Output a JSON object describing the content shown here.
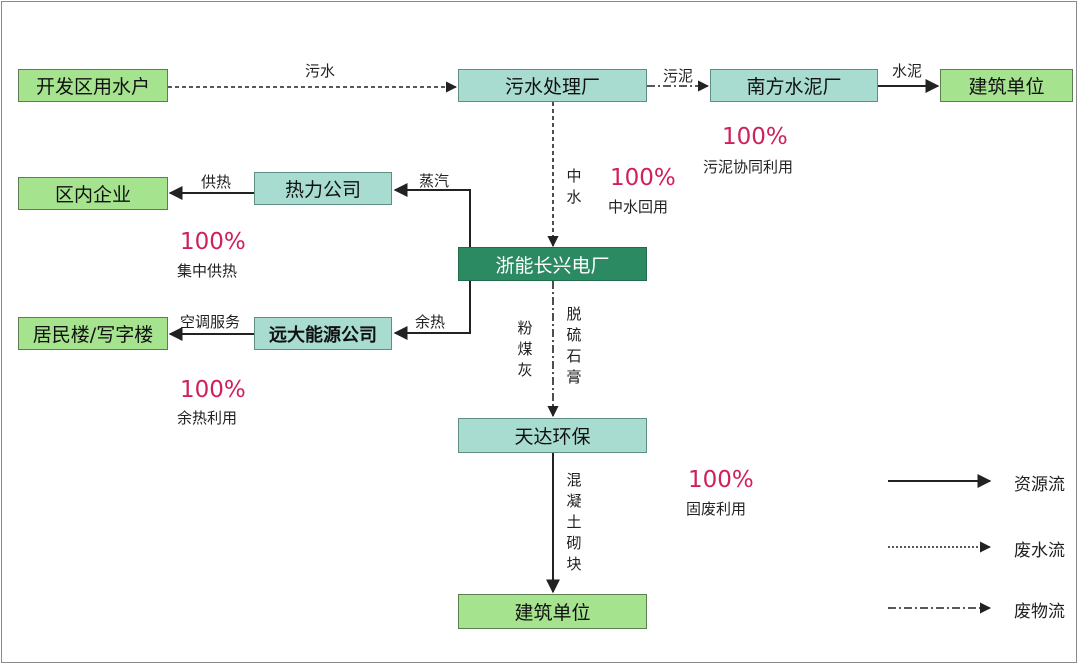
{
  "nodes": {
    "kaifaqu_yongshuihu": "开发区用水户",
    "wushui_chulichang": "污水处理厂",
    "nanfang_shuinichang": "南方水泥厂",
    "jianzhu_danwei_top": "建筑单位",
    "qunei_qiye": "区内企业",
    "reli_gongsi": "热力公司",
    "zheneng_changxing": "浙能长兴电厂",
    "juminlou": "居民楼/写字楼",
    "yuanda_nengyuan": "远大能源公司",
    "tianda_huanbao": "天达环保",
    "jianzhu_danwei_bottom": "建筑单位"
  },
  "flow_labels": {
    "wushui": "污水",
    "wuni": "污泥",
    "shuini": "水泥",
    "zhongshui": "中水",
    "gongre": "供热",
    "zhengqi": "蒸汽",
    "kongtiao": "空调服务",
    "yure": "余热",
    "fenmeihui": "粉煤灰",
    "tuoliu_shigao": "脱硫石膏",
    "hunningtu_qikuai": "混凝土砌块"
  },
  "utilization": [
    {
      "value": "100%",
      "label": "污泥协同利用"
    },
    {
      "value": "100%",
      "label": "中水回用"
    },
    {
      "value": "100%",
      "label": "集中供热"
    },
    {
      "value": "100%",
      "label": "余热利用"
    },
    {
      "value": "100%",
      "label": "固废利用"
    }
  ],
  "legend": {
    "resource_flow": "资源流",
    "wastewater_flow": "废水流",
    "waste_flow": "废物流"
  },
  "colors": {
    "green_box": "#a6e38f",
    "teal_box": "#a8dcd0",
    "plant_box": "#2b8a62",
    "percent": "#d0205a"
  }
}
